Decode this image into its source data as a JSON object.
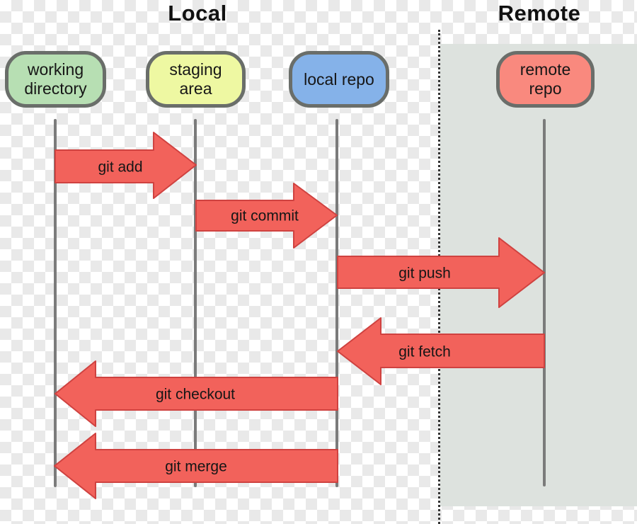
{
  "titles": {
    "local": "Local",
    "remote": "Remote"
  },
  "nodes": [
    {
      "name": "working directory",
      "lines": [
        "working",
        "directory"
      ],
      "fill": "#b7dfb3"
    },
    {
      "name": "staging area",
      "lines": [
        "staging",
        "area"
      ],
      "fill": "#eef8a2"
    },
    {
      "name": "local repo",
      "lines": [
        "local repo"
      ],
      "fill": "#85b2e9"
    },
    {
      "name": "remote repo",
      "lines": [
        "remote",
        "repo"
      ],
      "fill": "#f9897e"
    }
  ],
  "arrows": [
    {
      "label": "git add",
      "from": "working directory",
      "to": "staging area",
      "direction": "right"
    },
    {
      "label": "git commit",
      "from": "staging area",
      "to": "local repo",
      "direction": "right"
    },
    {
      "label": "git push",
      "from": "local repo",
      "to": "remote repo",
      "direction": "right"
    },
    {
      "label": "git fetch",
      "from": "remote repo",
      "to": "local repo",
      "direction": "left"
    },
    {
      "label": "git checkout",
      "from": "local repo",
      "to": "working directory",
      "direction": "left"
    },
    {
      "label": "git merge",
      "from": "local repo",
      "to": "working directory",
      "direction": "left"
    }
  ],
  "colors": {
    "arrow_fill": "#f2625b",
    "arrow_stroke": "#cf4240",
    "lane_line": "#7b7b7b",
    "node_border": "#6a6e6a",
    "remote_background": "#dde2de",
    "divider_dots": "#333333",
    "checker_tile": "#e9e9e9",
    "title_text": "#111111",
    "label_text": "#161616"
  }
}
